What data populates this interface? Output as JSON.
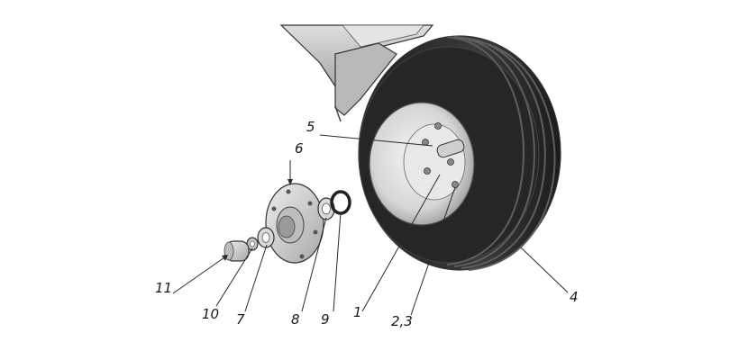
{
  "callouts": {
    "c1": "1",
    "c23": "2,3",
    "c4": "4",
    "c5": "5",
    "c6": "6",
    "c7": "7",
    "c8": "8",
    "c9": "9",
    "c10": "10",
    "c11": "11"
  },
  "colors": {
    "tire": "#2b2b2b",
    "tire_groove": "#6a6a6a",
    "rim": "#d9d9d9",
    "frame": "#c8c8c8",
    "hub": "#d4d4d4",
    "outline": "#333333"
  }
}
